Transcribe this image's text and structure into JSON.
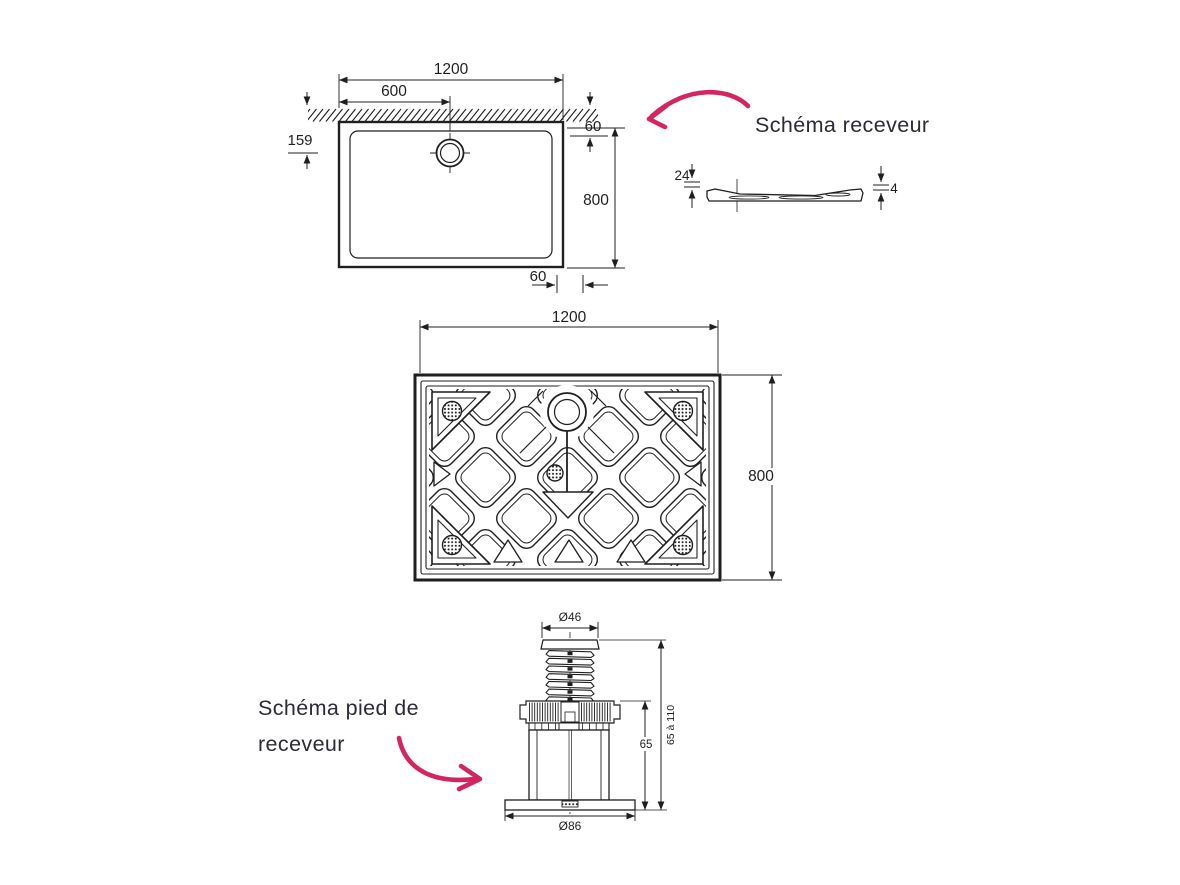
{
  "colors": {
    "line": "#1f1f1f",
    "accent": "#d3265f",
    "heading": "#2b2b33",
    "background": "#ffffff"
  },
  "headings": {
    "receveur": "Schéma receveur",
    "pied_line1": "Schéma pied de",
    "pied_line2": "receveur"
  },
  "top_view": {
    "width": "1200",
    "drain_offset": "600",
    "drain_from_wall": "159",
    "rim_top": "60",
    "depth": "800",
    "rim_bottom": "60"
  },
  "profile_view": {
    "thickness_left": "24",
    "thickness_right": "4"
  },
  "underside_view": {
    "width": "1200",
    "depth": "800"
  },
  "foot_view": {
    "top_diameter": "Ø46",
    "adjust_range": "65 à 110",
    "body_height": "65",
    "base_diameter": "Ø86"
  }
}
